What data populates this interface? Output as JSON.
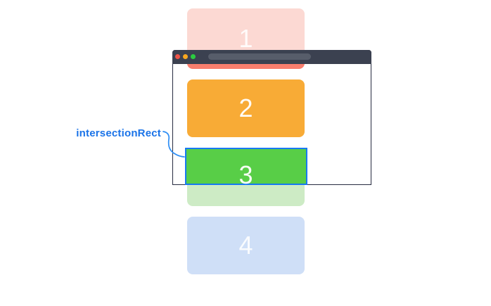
{
  "figure": {
    "label": {
      "text": "intersectionRect",
      "color": "#1A73E8"
    },
    "connector": {
      "color": "#2E8EF5"
    },
    "browser_window": {
      "titlebar_color": "#3B4150",
      "urlbar_color": "#575D6A",
      "border_color": "#262B40",
      "traffic_lights": [
        {
          "name": "close",
          "color": "#EE5448"
        },
        {
          "name": "minimize",
          "color": "#F7A71F"
        },
        {
          "name": "maximize",
          "color": "#2BCC40"
        }
      ]
    },
    "boxes": [
      {
        "number": "1",
        "inside_color": "#F97E6D",
        "outside_color": "#FCD9D3"
      },
      {
        "number": "2",
        "inside_color": "#F8AB36"
      },
      {
        "number": "3",
        "inside_color": "#58CE47",
        "outside_color": "#CDEBC5",
        "highlight_border_color": "#1779F2"
      },
      {
        "number": "4",
        "outside_color": "#CFDFF7"
      }
    ]
  }
}
